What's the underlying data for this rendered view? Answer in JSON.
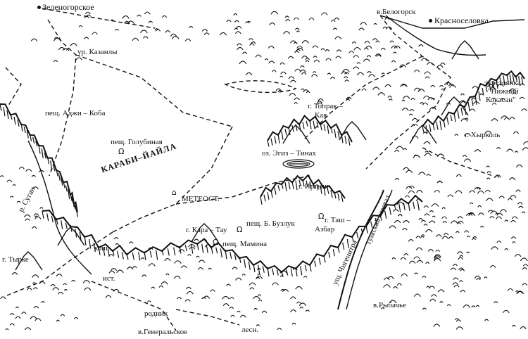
{
  "map": {
    "labels": {
      "zelenogorskoe": "Зеленогорское",
      "v_belogorsk": "в.Белогорск",
      "krasnoselovka": "Красноселовка",
      "ur_kazanly": "ур. Казанлы",
      "turstoyanka": "турстоянка",
      "nizhniy_kokasan_1": "\"Нижний",
      "nizhniy_kokasan_2": "Кокасан\"",
      "pesch_adzhi_koba": "пещ. Аджи – Коба",
      "g_toprak_kaya_1": "г. Топрак –",
      "g_toprak_kaya_2": "Кая",
      "g_khyrkol": "г. Хырколь",
      "pesch_golubinaya": "пещ. Голубиная",
      "karabi_yayla": "КАРАБИ–ЙАЙЛА",
      "oz_egiz_tinakh": "оз. Эгиз – Тинах",
      "g_irtysh": "г. Иртыш",
      "meteost": "МЕТЕОСТ.",
      "r_sugan": "р. Суган",
      "g_kara_tau": "г. Кара – Тау",
      "pesch_b_buzluk": "пещ. Б. Бузлук",
      "g_tash_azbar_1": "г. Таш –",
      "g_tash_azbar_2": "Азбар",
      "tuakskiy_perevar": "Туакский перевал",
      "pesch_mamina": "пещ. Мамина",
      "kosh": "кош",
      "g_tyrke": "г. Тырке",
      "ist": "ист.",
      "usch_chigenitra": "ущ. Чигенитра",
      "rodnik": "родник",
      "v_rybachye": "в.Рыбачье",
      "v_generalskoe": "в.Генеральское",
      "lesn": "лесн."
    }
  }
}
